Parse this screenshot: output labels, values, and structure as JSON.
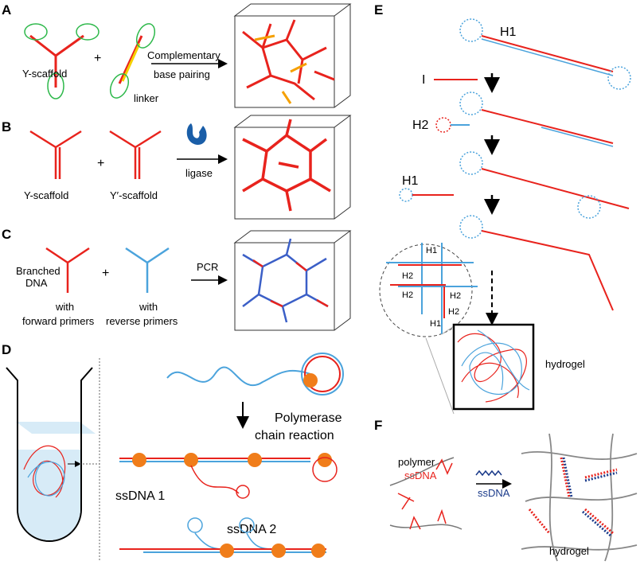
{
  "panels": {
    "A": {
      "label": "A",
      "y_scaffold": "Y-scaffold",
      "plus": "+",
      "linker": "linker",
      "arrow_top": "Complementary",
      "arrow_bottom": "base pairing"
    },
    "B": {
      "label": "B",
      "y_scaffold": "Y-scaffold",
      "plus": "+",
      "y_prime_scaffold": "Y′-scaffold",
      "ligase": "ligase"
    },
    "C": {
      "label": "C",
      "branched": "Branched",
      "dna": "DNA",
      "plus": "+",
      "with1": "with",
      "forward": "forward primers",
      "with2": "with",
      "reverse": "reverse primers",
      "pcr": "PCR"
    },
    "D": {
      "label": "D",
      "pcr_line1": "Polymerase",
      "pcr_line2": "chain reaction",
      "ssdna1": "ssDNA 1",
      "ssdna2": "ssDNA 2"
    },
    "E": {
      "label": "E",
      "h1_top": "H1",
      "initiator": "I",
      "h2": "H2",
      "h1_mid": "H1",
      "zoom_labels": [
        "H1",
        "H2",
        "H2",
        "H2",
        "H2",
        "H1"
      ],
      "hydrogel": "hydrogel"
    },
    "F": {
      "label": "F",
      "polymer": "polymer",
      "ssdna_red": "ssDNA",
      "ssdna_arrow": "ssDNA",
      "hydrogel": "hydrogel"
    }
  },
  "colors": {
    "red": "#e8231d",
    "blue": "#4ba3dc",
    "orange": "#f07d1a",
    "ligase": "#1a5ea8"
  }
}
